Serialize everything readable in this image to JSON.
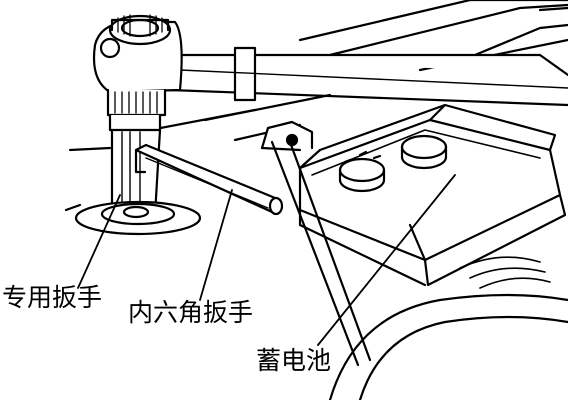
{
  "labels": {
    "special_wrench": "专用扳手",
    "hex_key": "内六角扳手",
    "battery": "蓄电池"
  },
  "colors": {
    "ink": "#000000",
    "paper": "#ffffff"
  }
}
